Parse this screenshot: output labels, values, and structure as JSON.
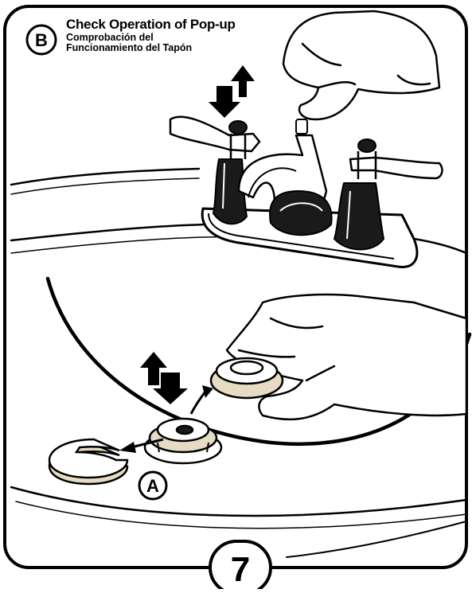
{
  "panel": {
    "callout_b": "B",
    "callout_a": "A",
    "step_number": "7",
    "title_en": "Check Operation of Pop-up",
    "title_es_line1": "Comprobación del",
    "title_es_line2": "Funcionamiento del Tapón"
  },
  "icons": [
    "up-arrow-icon",
    "down-arrow-icon",
    "curved-arrow-icon",
    "left-arrow-icon"
  ],
  "colors": {
    "ink": "#000000",
    "paper": "#ffffff",
    "stopper_edge": "#e6dcc3",
    "chrome_dark": "#1a1a1a"
  }
}
